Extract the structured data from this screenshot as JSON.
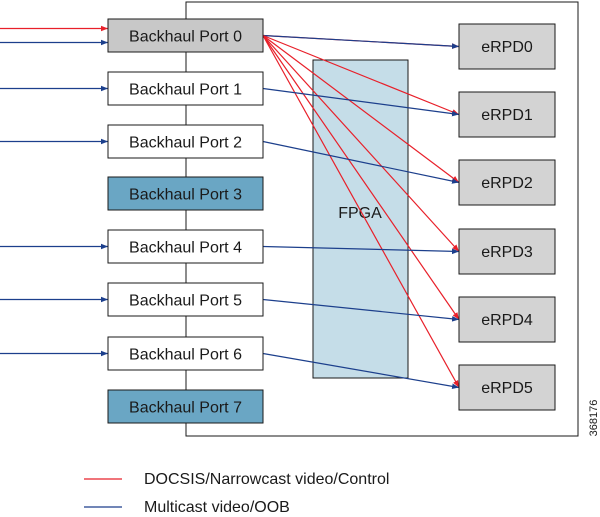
{
  "colors": {
    "red_link": "#e8202a",
    "blue_link": "#1c3f8c",
    "port_active_fill": "#c8c8c8",
    "port_fill": "#ffffff",
    "port_reserved_fill": "#6aa6c4",
    "fpga_fill": "#c5dde8",
    "erpd_fill": "#d3d3d3",
    "outline": "#1a1a1a"
  },
  "ports": [
    {
      "label": "Backhaul Port 0",
      "state": "active"
    },
    {
      "label": "Backhaul Port 1",
      "state": "normal"
    },
    {
      "label": "Backhaul Port 2",
      "state": "normal"
    },
    {
      "label": "Backhaul Port 3",
      "state": "reserved"
    },
    {
      "label": "Backhaul Port 4",
      "state": "normal"
    },
    {
      "label": "Backhaul Port 5",
      "state": "normal"
    },
    {
      "label": "Backhaul Port 6",
      "state": "normal"
    },
    {
      "label": "Backhaul Port 7",
      "state": "reserved"
    }
  ],
  "fpga": {
    "label": "FPGA"
  },
  "erpds": [
    "eRPD0",
    "eRPD1",
    "eRPD2",
    "eRPD3",
    "eRPD4",
    "eRPD5"
  ],
  "inputs": [
    {
      "port": 0,
      "type": "red"
    },
    {
      "port": 0,
      "type": "blue"
    },
    {
      "port": 1,
      "type": "blue"
    },
    {
      "port": 2,
      "type": "blue"
    },
    {
      "port": 4,
      "type": "blue"
    },
    {
      "port": 5,
      "type": "blue"
    },
    {
      "port": 6,
      "type": "blue"
    }
  ],
  "links": [
    {
      "from": 0,
      "to": 0,
      "type": "red"
    },
    {
      "from": 0,
      "to": 0,
      "type": "blue"
    },
    {
      "from": 0,
      "to": 1,
      "type": "red"
    },
    {
      "from": 0,
      "to": 2,
      "type": "red"
    },
    {
      "from": 0,
      "to": 3,
      "type": "red"
    },
    {
      "from": 0,
      "to": 4,
      "type": "red"
    },
    {
      "from": 0,
      "to": 5,
      "type": "red"
    },
    {
      "from": 1,
      "to": 1,
      "type": "blue"
    },
    {
      "from": 2,
      "to": 2,
      "type": "blue"
    },
    {
      "from": 4,
      "to": 3,
      "type": "blue"
    },
    {
      "from": 5,
      "to": 4,
      "type": "blue"
    },
    {
      "from": 6,
      "to": 5,
      "type": "blue"
    }
  ],
  "legend": [
    {
      "type": "red",
      "label": "DOCSIS/Narrowcast video/Control"
    },
    {
      "type": "blue",
      "label": "Multicast video/OOB"
    }
  ],
  "figure_id": "368176"
}
